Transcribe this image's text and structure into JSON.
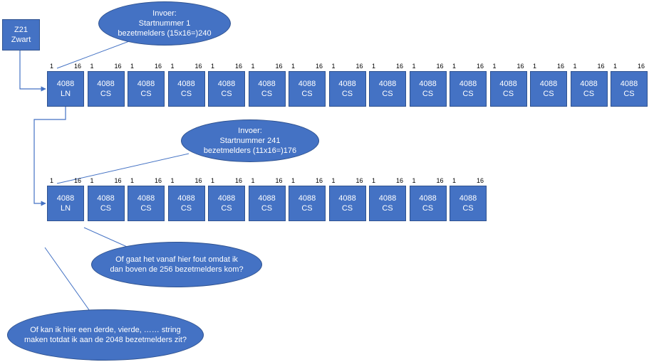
{
  "source_box": {
    "line1": "Z21",
    "line2": "Zwart"
  },
  "pin_labels": {
    "first": "1",
    "last": "16"
  },
  "row1": {
    "modules": [
      {
        "top": "4088",
        "bottom": "LN"
      },
      {
        "top": "4088",
        "bottom": "CS"
      },
      {
        "top": "4088",
        "bottom": "CS"
      },
      {
        "top": "4088",
        "bottom": "CS"
      },
      {
        "top": "4088",
        "bottom": "CS"
      },
      {
        "top": "4088",
        "bottom": "CS"
      },
      {
        "top": "4088",
        "bottom": "CS"
      },
      {
        "top": "4088",
        "bottom": "CS"
      },
      {
        "top": "4088",
        "bottom": "CS"
      },
      {
        "top": "4088",
        "bottom": "CS"
      },
      {
        "top": "4088",
        "bottom": "CS"
      },
      {
        "top": "4088",
        "bottom": "CS"
      },
      {
        "top": "4088",
        "bottom": "CS"
      },
      {
        "top": "4088",
        "bottom": "CS"
      },
      {
        "top": "4088",
        "bottom": "CS"
      }
    ]
  },
  "row2": {
    "modules": [
      {
        "top": "4088",
        "bottom": "LN"
      },
      {
        "top": "4088",
        "bottom": "CS"
      },
      {
        "top": "4088",
        "bottom": "CS"
      },
      {
        "top": "4088",
        "bottom": "CS"
      },
      {
        "top": "4088",
        "bottom": "CS"
      },
      {
        "top": "4088",
        "bottom": "CS"
      },
      {
        "top": "4088",
        "bottom": "CS"
      },
      {
        "top": "4088",
        "bottom": "CS"
      },
      {
        "top": "4088",
        "bottom": "CS"
      },
      {
        "top": "4088",
        "bottom": "CS"
      },
      {
        "top": "4088",
        "bottom": "CS"
      }
    ]
  },
  "callouts": {
    "input1": [
      "Invoer:",
      "Startnummer 1",
      "bezetmelders (15x16=)240"
    ],
    "input2": [
      "Invoer:",
      "Startnummer 241",
      "bezetmelders (11x16=)176"
    ],
    "question1": [
      "Of gaat het vanaf hier fout omdat ik",
      "dan boven de 256 bezetmelders kom?"
    ],
    "question2": [
      "Of kan ik hier een derde, vierde, …… string",
      "maken totdat ik aan de 2048 bezetmelders zit?"
    ]
  },
  "colors": {
    "fill": "#4472c4",
    "border": "#2f528f",
    "line": "#4472c4",
    "text_on_fill": "#ffffff"
  }
}
